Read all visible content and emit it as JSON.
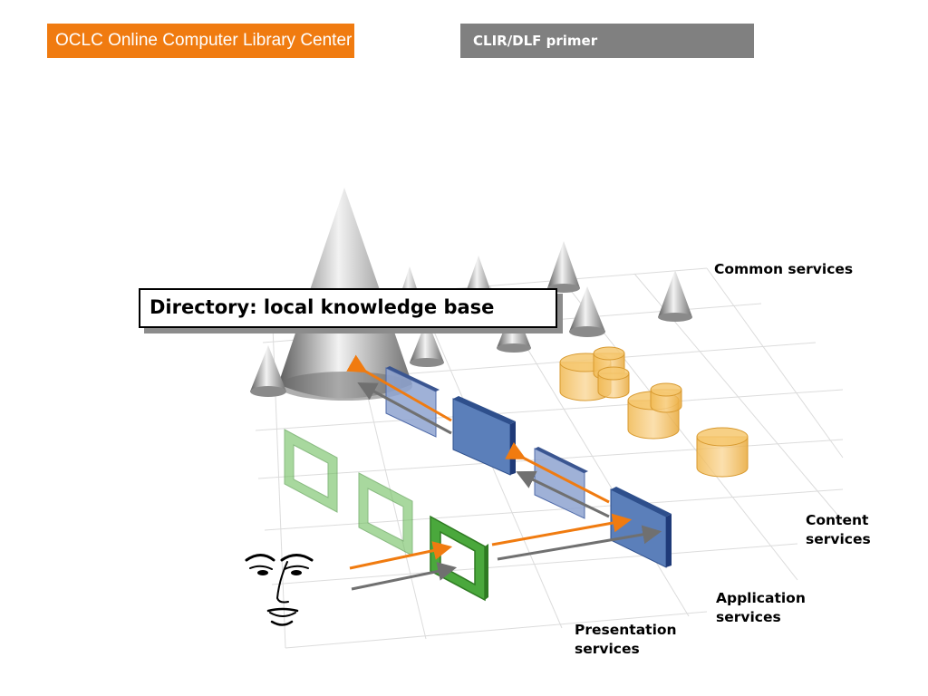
{
  "header": {
    "brand": "OCLC Online Computer Library Center",
    "primer": "CLIR/DLF primer"
  },
  "callout": "Directory: local knowledge base",
  "layers": {
    "common": [
      "Common services"
    ],
    "content": [
      "Content",
      "services"
    ],
    "application": [
      "Application",
      "services"
    ],
    "presentation": [
      "Presentation",
      "services"
    ]
  },
  "colors": {
    "brand_orange": "#f07b10",
    "banner_gray": "#808080",
    "request_arrow": "#f07b10",
    "response_arrow": "#707070",
    "presentation_frame": "#4aa83c",
    "application_panel": "#5b7fba",
    "content_store": "#f4c46a",
    "directory_cone": "#9c9c9c"
  },
  "icons": [
    "face-icon",
    "cone-icon",
    "cylinder-icon",
    "panel-icon",
    "frame-icon",
    "arrow-icon"
  ]
}
